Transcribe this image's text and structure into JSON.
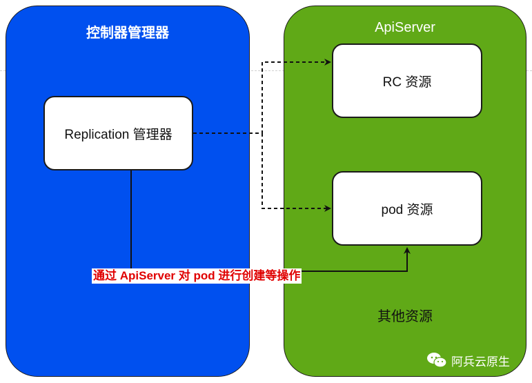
{
  "panels": {
    "left_title": "控制器管理器",
    "right_title": "ApiServer"
  },
  "boxes": {
    "replication": "Replication 管理器",
    "rc": "RC 资源",
    "pod": "pod 资源"
  },
  "other_resources": "其他资源",
  "operation_label": "通过 ApiServer 对 pod 进行创建等操作",
  "watermark": "阿兵云原生",
  "colors": {
    "left_panel": "#0050ef",
    "right_panel": "#60a917",
    "label_text": "#e00000"
  }
}
